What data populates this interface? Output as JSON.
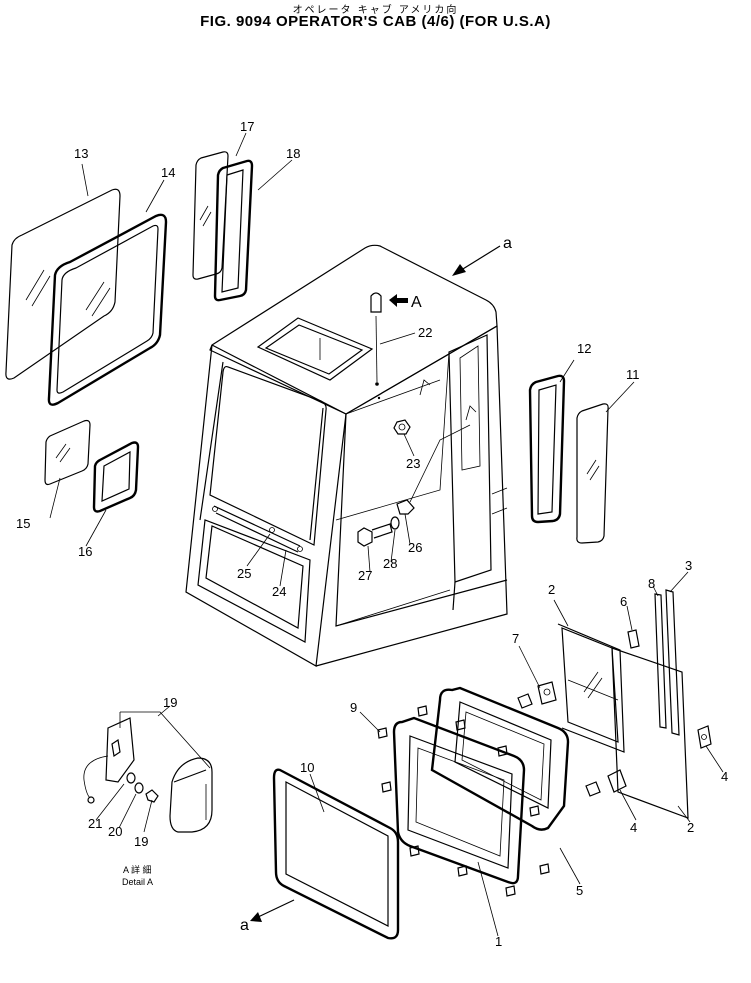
{
  "header": {
    "subtitle_jp": "オペレータ キャブ アメリカ向",
    "title": "FIG. 9094 OPERATOR'S CAB (4/6) (FOR U.S.A)"
  },
  "view_labels": {
    "view_a_top": "a",
    "view_a_bottom": "a",
    "detail_arrow": "A",
    "detail_jp": "A 詳 細",
    "detail_en": "Detail A"
  },
  "callouts": [
    "1",
    "2",
    "2",
    "3",
    "4",
    "4",
    "5",
    "6",
    "6",
    "7",
    "8",
    "9",
    "10",
    "11",
    "12",
    "13",
    "14",
    "15",
    "16",
    "17",
    "18",
    "19",
    "20",
    "21",
    "22",
    "23",
    "24",
    "25",
    "26",
    "27",
    "28"
  ]
}
